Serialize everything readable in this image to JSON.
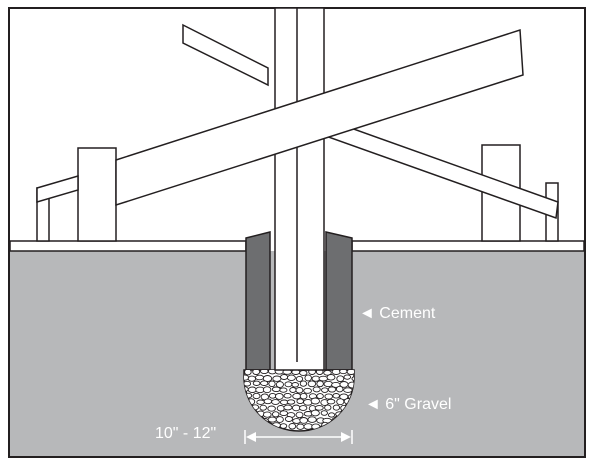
{
  "diagram": {
    "labels": {
      "cement": "◄ Cement",
      "gravel": "◄ 6\" Gravel",
      "hole_width": "10\" - 12\""
    },
    "colors": {
      "background": "#ffffff",
      "ground": "#b7b8ba",
      "cement": "#6d6e70",
      "post_fill": "#ffffff",
      "stroke": "#231f20",
      "label_text": "#ffffff"
    }
  }
}
